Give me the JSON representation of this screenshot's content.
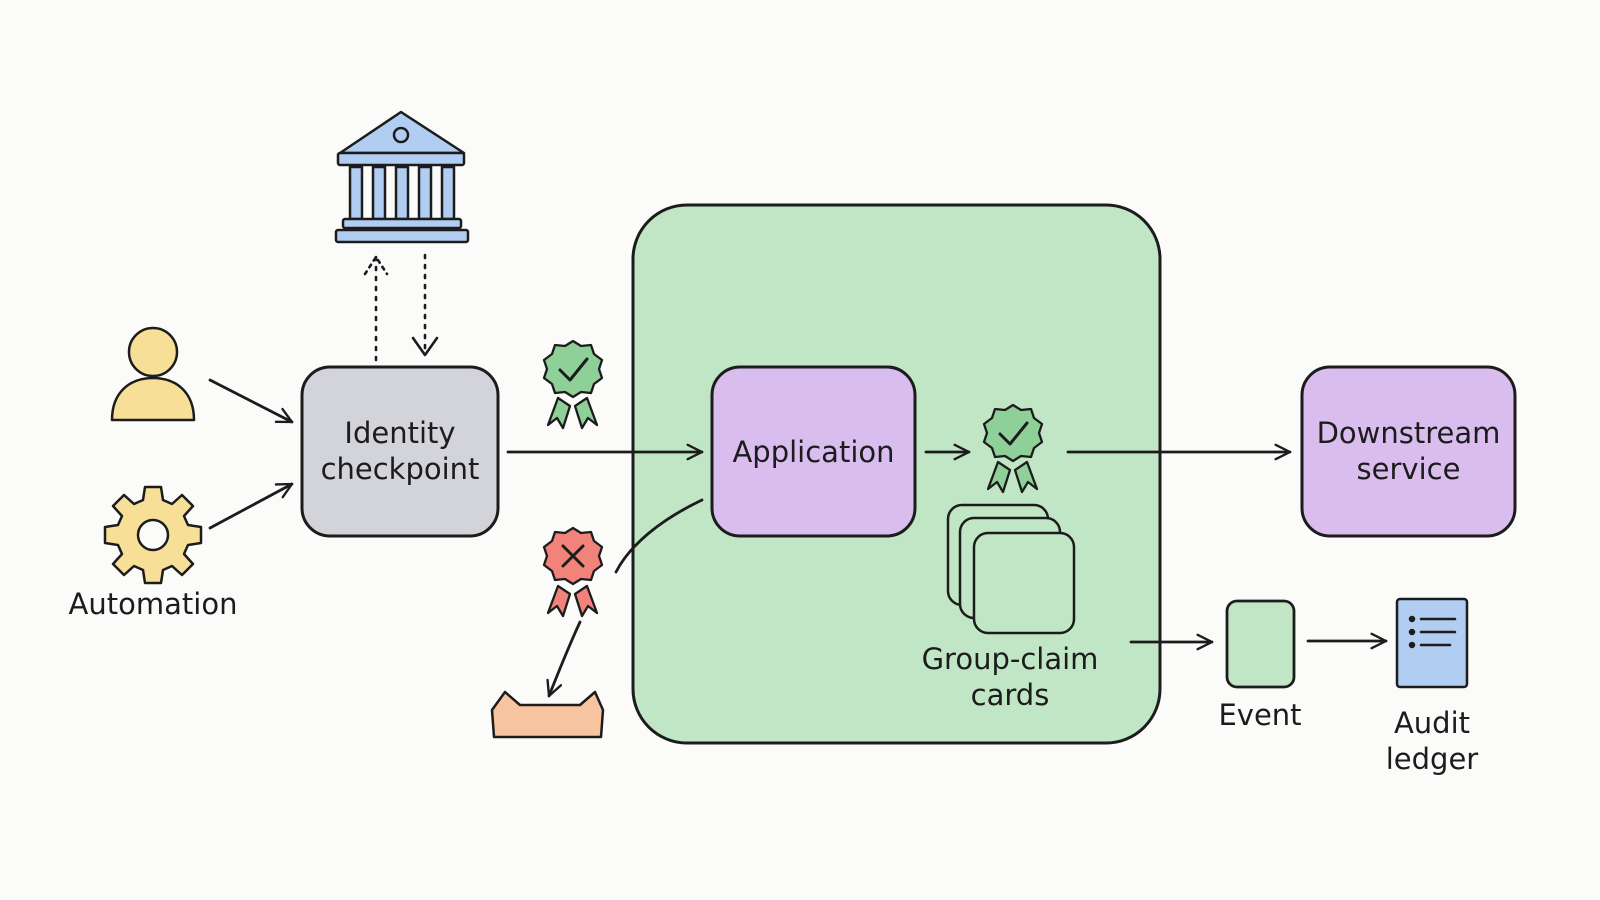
{
  "nodes": {
    "identity_checkpoint": {
      "lines": [
        "Identity",
        "checkpoint"
      ]
    },
    "application": {
      "label": "Application"
    },
    "downstream_service": {
      "lines": [
        "Downstream",
        "service"
      ]
    },
    "automation": {
      "label": "Automation"
    },
    "group_claim_cards": {
      "lines": [
        "Group-claim",
        "cards"
      ]
    },
    "event": {
      "label": "Event"
    },
    "audit_ledger": {
      "lines": [
        "Audit",
        "ledger"
      ]
    }
  },
  "colors": {
    "checkpoint_fill": "#d3d3da",
    "application_fill": "#d9bdef",
    "trust_zone_fill": "#c1e6c5",
    "badge_valid": "#8fcf98",
    "badge_invalid": "#f2837b",
    "person_fill": "#f7df97",
    "gear_fill": "#f7df97",
    "institution_fill": "#b2cdf2",
    "reject_tray_fill": "#f7c4a0",
    "ledger_fill": "#b2cdf2",
    "stroke": "#1c1c1c"
  },
  "icons": {
    "user": "person-icon",
    "automation": "gear-icon",
    "institution": "institution-icon",
    "valid_token": "check-badge-icon",
    "invalid_token": "cross-badge-icon",
    "rejected": "tray-icon",
    "ledger": "document-icon"
  }
}
